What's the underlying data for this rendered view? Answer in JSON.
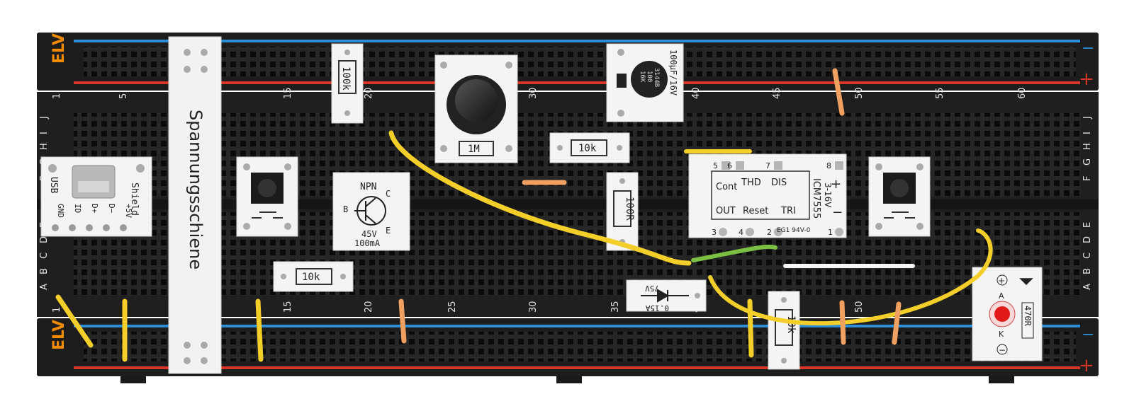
{
  "brand": "ELV",
  "rail_signs": {
    "minus": "−",
    "plus": "+"
  },
  "column_numbers": [
    "1",
    "5",
    "15",
    "20",
    "25",
    "30",
    "35",
    "40",
    "45",
    "50",
    "55",
    "60"
  ],
  "row_letters_top": [
    "J",
    "I",
    "H",
    "G",
    "F"
  ],
  "row_letters_bottom": [
    "E",
    "D",
    "C",
    "B",
    "A"
  ],
  "power_rail_label": "Spannungsschiene",
  "usb_module": {
    "left": "USB",
    "right": "Shield",
    "pins": [
      "GND",
      "ID",
      "D+",
      "D−",
      "+5V"
    ]
  },
  "resistors": {
    "r100k": "100k",
    "r10k_top": "10k",
    "r100r": "100R",
    "r10k_bottom": "10k",
    "r10k_vertical": "10k",
    "r470r": "470R"
  },
  "potentiometer": "1M",
  "capacitor": {
    "label": "100µF/16V",
    "body": [
      "3144B",
      "100",
      "16K"
    ]
  },
  "transistor": {
    "type": "NPN",
    "b": "B",
    "c": "C",
    "e": "E",
    "rating1": "45V",
    "rating2": "100mA"
  },
  "diode": {
    "v": "75V",
    "i": "0.15A"
  },
  "timer_ic": {
    "name": "ICM7555",
    "supply": "3-16V",
    "pins_top": [
      "5",
      "6",
      "7",
      "8"
    ],
    "pins_bottom": [
      "3",
      "4",
      "2",
      "1"
    ],
    "signals": [
      "Cont",
      "THD",
      "DIS",
      "OUT",
      "Reset",
      "TRI"
    ],
    "marking": "EG1 94V-0"
  },
  "led_module": {
    "a": "A",
    "k": "K"
  },
  "colors": {
    "board": "#222222",
    "hole": "#0c0c0c",
    "rail_blue": "#2c8fd6",
    "rail_red": "#d8352a",
    "brand": "#f08a00",
    "module": "#f4f4f4",
    "wire_yellow": "#f4cf2a",
    "wire_orange": "#f0a060",
    "wire_green": "#7bc043",
    "led_red": "#e01818"
  }
}
